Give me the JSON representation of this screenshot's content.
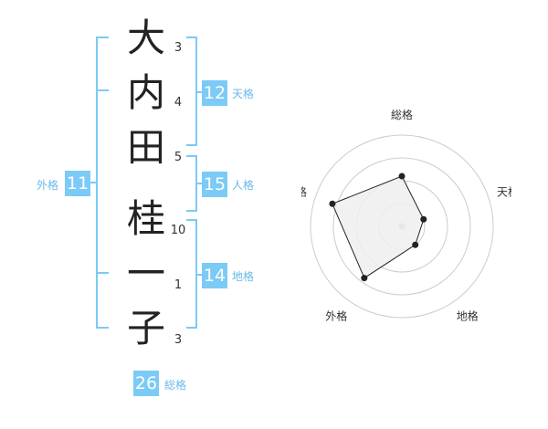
{
  "name": {
    "chars": [
      {
        "char": "大",
        "strokes": "3"
      },
      {
        "char": "内",
        "strokes": "4"
      },
      {
        "char": "田",
        "strokes": "5"
      },
      {
        "char": "桂",
        "strokes": "10"
      },
      {
        "char": "一",
        "strokes": "1"
      },
      {
        "char": "子",
        "strokes": "3"
      }
    ]
  },
  "fortunes": {
    "tenkaku": {
      "value": "12",
      "label": "天格"
    },
    "jinkaku": {
      "value": "15",
      "label": "人格"
    },
    "chikaku": {
      "value": "14",
      "label": "地格"
    },
    "gaikaku": {
      "value": "11",
      "label": "外格"
    },
    "soukaku": {
      "value": "26",
      "label": "総格"
    }
  },
  "radar": {
    "axes": [
      "総格",
      "天格",
      "地格",
      "外格",
      "人格"
    ],
    "values": [
      0.55,
      0.25,
      0.25,
      0.7,
      0.8
    ],
    "rings": 4,
    "colors": {
      "ring": "#cccccc",
      "fill": "#eeeeee",
      "line": "#222222",
      "center": "#bbbbbb"
    }
  }
}
